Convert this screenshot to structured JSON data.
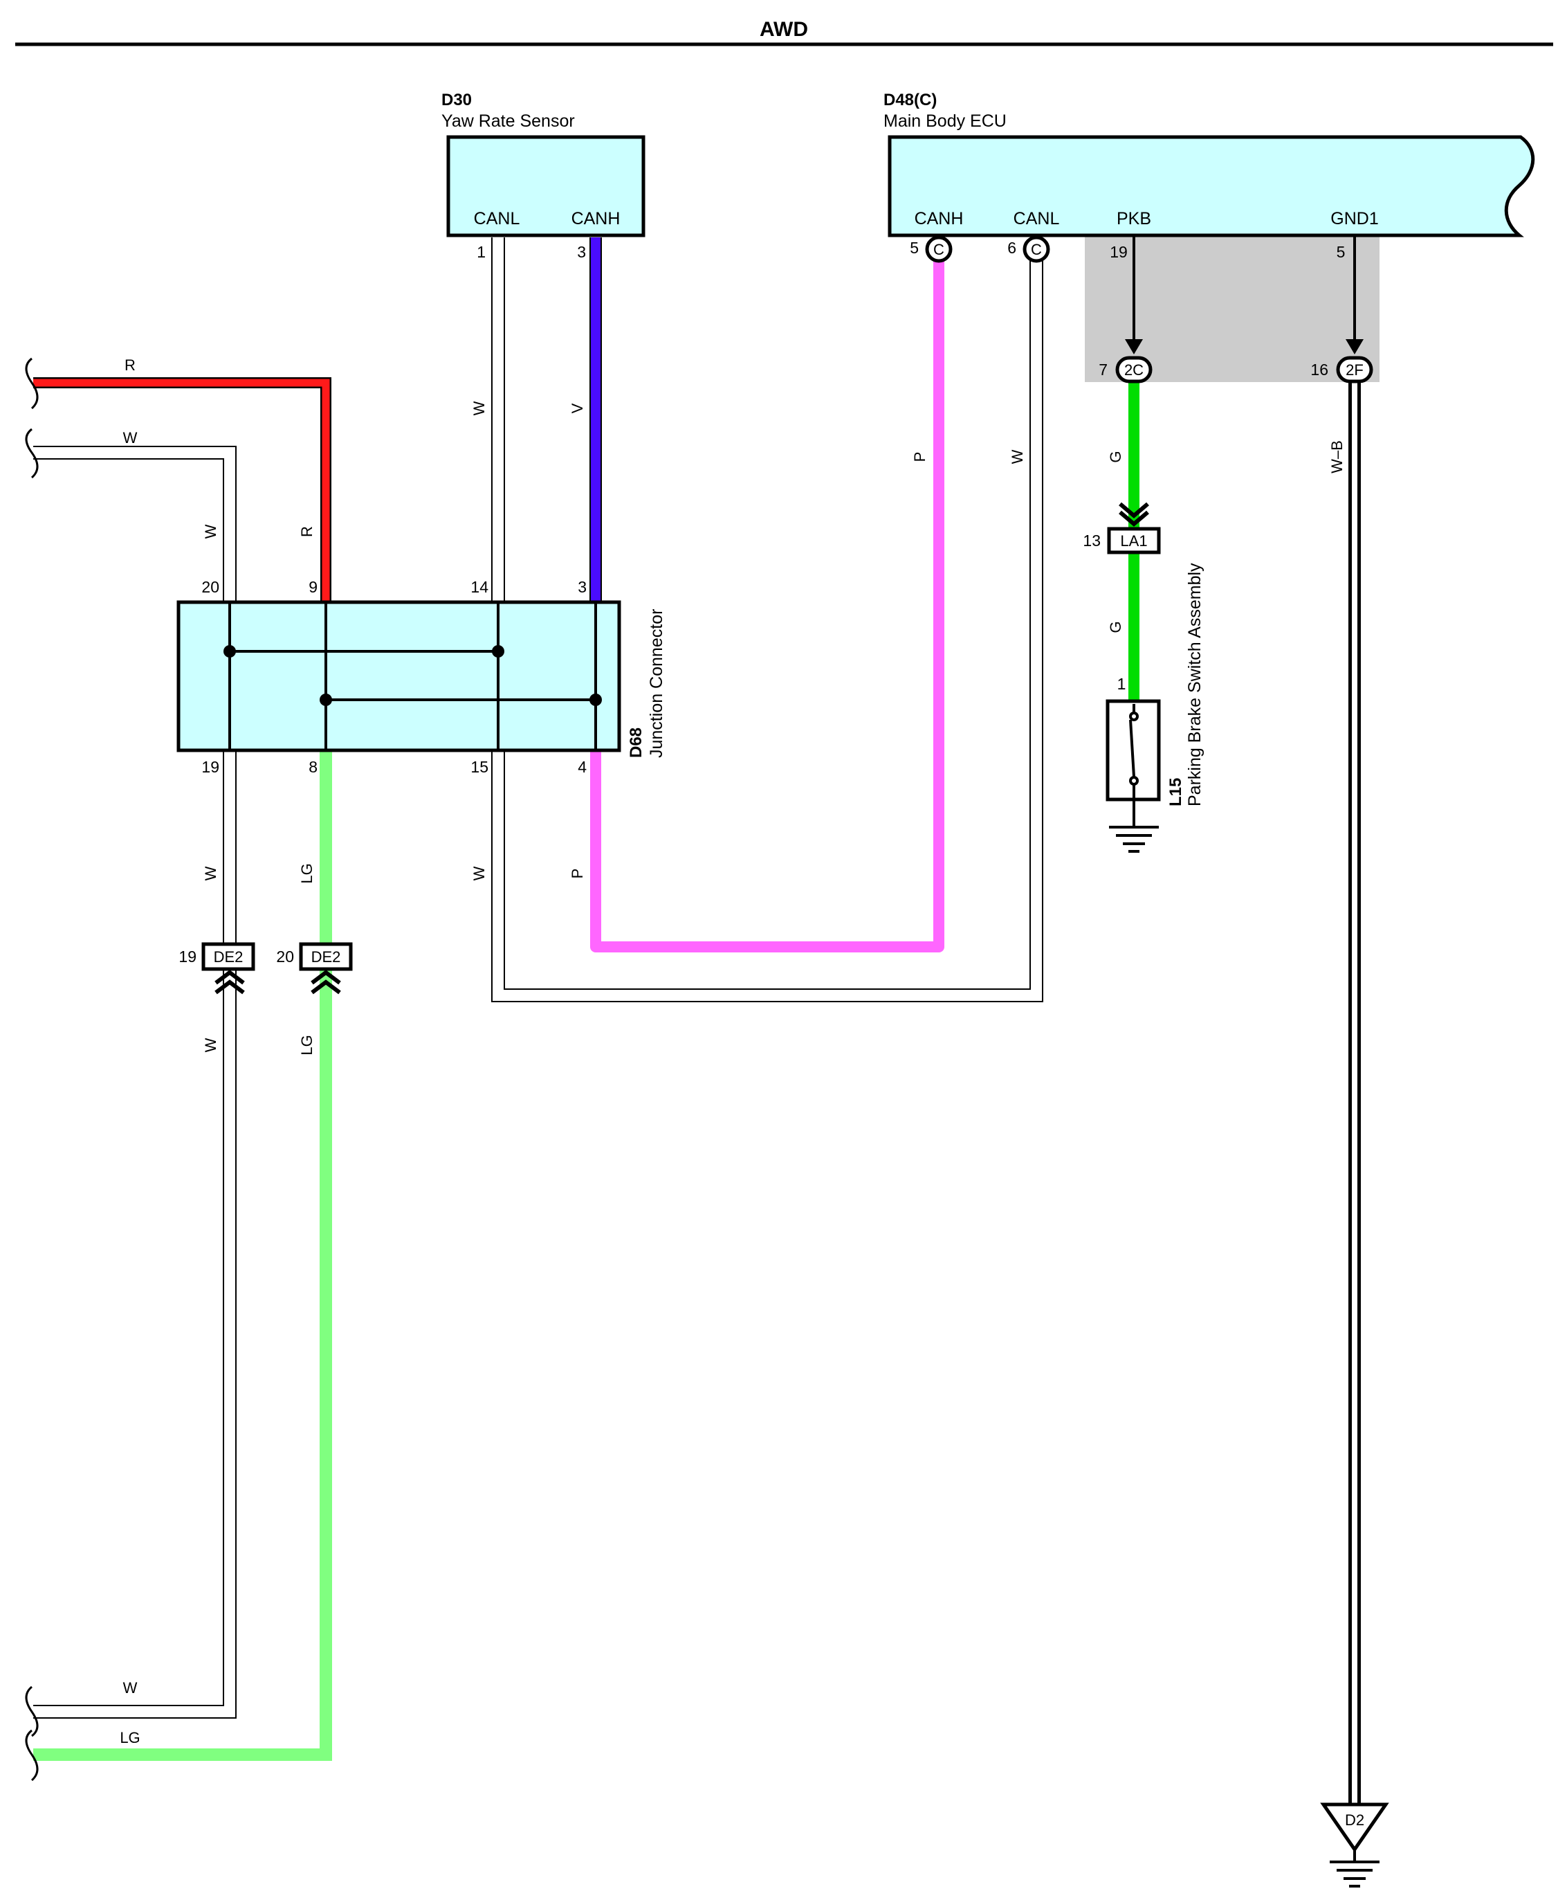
{
  "page": {
    "title": "AWD"
  },
  "colors": {
    "R": "#ff1a1a",
    "V": "#4a0cff",
    "P": "#ff66ff",
    "G": "#00dd00",
    "LG": "#80ff80",
    "W": "#ffffff",
    "box_fill": "#ccffff",
    "shade": "#cccccc"
  },
  "components": {
    "d30": {
      "id": "D30",
      "name": "Yaw Rate Sensor",
      "pins": {
        "canl": "CANL",
        "canh": "CANH"
      },
      "pin_numbers": {
        "canl": "1",
        "canh": "3"
      }
    },
    "d48": {
      "id": "D48(C)",
      "name": "Main Body ECU",
      "pins": {
        "canh": "CANH",
        "canl": "CANL",
        "pkb": "PKB",
        "gnd1": "GND1"
      },
      "pin_numbers": {
        "canh": "5",
        "canl": "6",
        "pkb": "19",
        "gnd1": "5"
      },
      "terminal_mark": "C"
    },
    "d68": {
      "id": "D68",
      "name": "Junction Connector",
      "pins_top": [
        "20",
        "9",
        "14",
        "3"
      ],
      "pins_bottom": [
        "19",
        "8",
        "15",
        "4"
      ]
    },
    "l15": {
      "id": "L15",
      "name": "Parking Brake Switch Assembly",
      "pin": "1"
    }
  },
  "junctions": {
    "pkb": {
      "label": "2C",
      "pin": "7"
    },
    "gnd": {
      "label": "2F",
      "pin": "16"
    }
  },
  "connectors": {
    "la1": {
      "label": "LA1",
      "pin": "13"
    },
    "de2_w": {
      "label": "DE2",
      "pin": "19"
    },
    "de2_lg": {
      "label": "DE2",
      "pin": "20"
    }
  },
  "ground": {
    "label": "D2"
  },
  "wire_labels": {
    "r_top": "R",
    "w_top": "W",
    "w_left": "W",
    "r_left": "R",
    "d30_w": "W",
    "d30_v": "V",
    "ecu_p": "P",
    "ecu_w": "W",
    "g_upper": "G",
    "g_lower": "G",
    "wb": "W–B",
    "w_below": "W",
    "lg_below": "LG",
    "w_d68_15": "W",
    "p_d68_4": "P",
    "w_de2": "W",
    "lg_de2": "LG",
    "w_bottom": "W",
    "lg_bottom": "LG"
  }
}
